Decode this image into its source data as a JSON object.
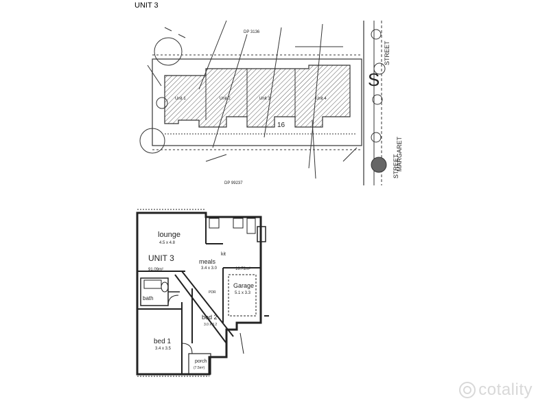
{
  "header": {
    "title": "UNIT 3"
  },
  "site_plan": {
    "street_label": "STREET",
    "road_name_label": "MARGARET",
    "road_letter": "S",
    "lot_number": "16",
    "dp_top": "DP 3136",
    "dp_bottom": "DP 99237",
    "units": [
      "Unit 1",
      "Unit 2",
      "Unit 3",
      "Unit 4"
    ]
  },
  "floor_plan": {
    "unit_label": "UNIT 3",
    "unit_area": "91.09m²",
    "rooms": {
      "lounge": {
        "name": "lounge",
        "dims": "4.5 x 4.8"
      },
      "kit": {
        "name": "kit"
      },
      "meals": {
        "name": "meals",
        "dims": "3.4 x 3.0"
      },
      "garage": {
        "name": "Garage",
        "dims": "5.1 x 3.3"
      },
      "bath": {
        "name": "bath"
      },
      "bed2": {
        "name": "bed 2",
        "dims": "3.0 x 3.2"
      },
      "bed1": {
        "name": "bed 1",
        "dims": "3.4 x 3.5"
      },
      "porch": {
        "name": "porch",
        "dims": "(7.5m²)"
      },
      "pdr": {
        "name": "PDR"
      }
    },
    "garage_area": "18.72m²"
  },
  "watermark": {
    "brand": "cotality"
  }
}
